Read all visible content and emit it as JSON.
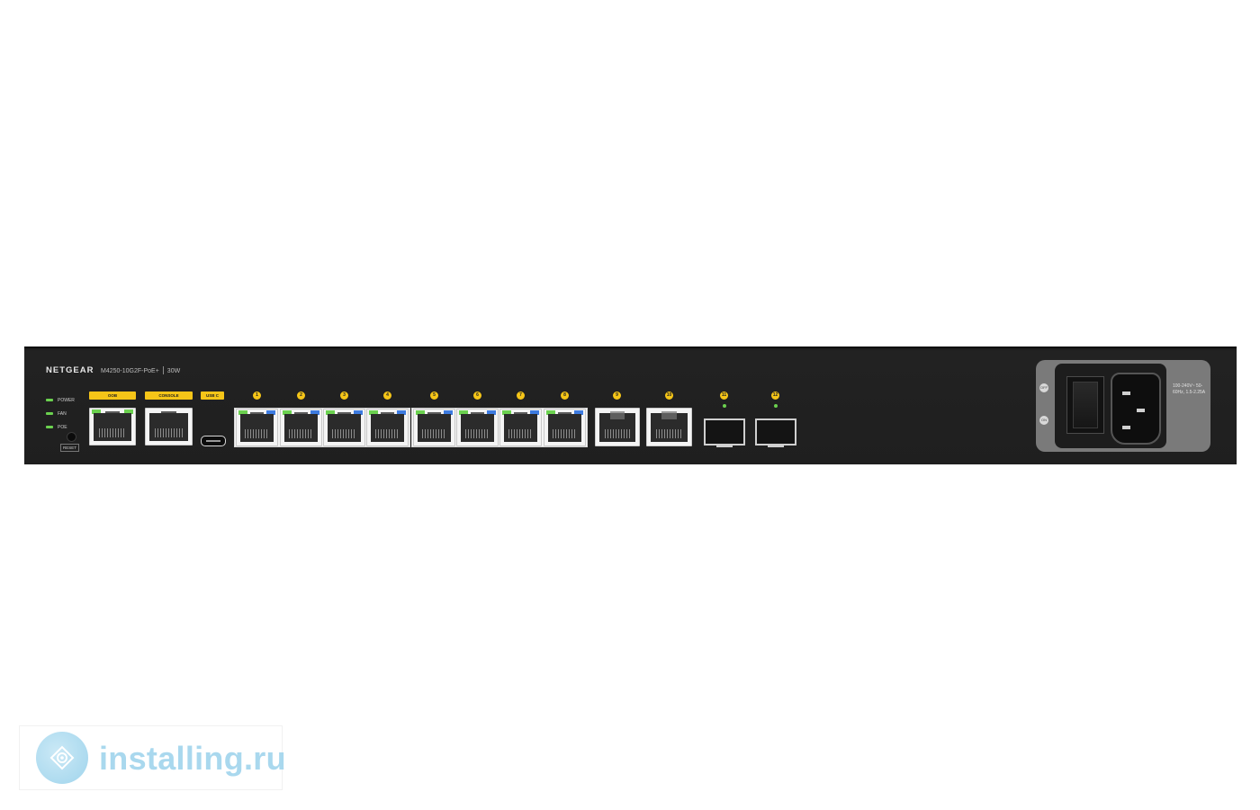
{
  "device": {
    "brand": "NETGEAR",
    "model": "M4250-10G2F-PoE+",
    "power_budget": "30W",
    "status_leds": [
      {
        "label": "POWER",
        "color": "#6bd14f"
      },
      {
        "label": "FAN",
        "color": "#6bd14f"
      },
      {
        "label": "POE",
        "color": "#6bd14f"
      }
    ],
    "reset_label": "RESET",
    "mgmt_labels": {
      "oob": "OOB",
      "console": "CONSOLE",
      "usb": "USB C"
    },
    "port_numbers": [
      "1",
      "2",
      "3",
      "4",
      "5",
      "6",
      "7",
      "8",
      "9",
      "10",
      "11",
      "12"
    ],
    "power_switch": {
      "off": "OFF",
      "on": "ON"
    },
    "power_rating": "100-240V~ 50-60Hz, 1.5-2.25A",
    "colors": {
      "tag": "#f5c518",
      "link_led": "#6bd14f",
      "poe_led": "#3d7be0",
      "chassis": "#1f1f1f"
    }
  },
  "watermark": {
    "text": "installing.ru",
    "icon": "installing-logo-icon"
  }
}
